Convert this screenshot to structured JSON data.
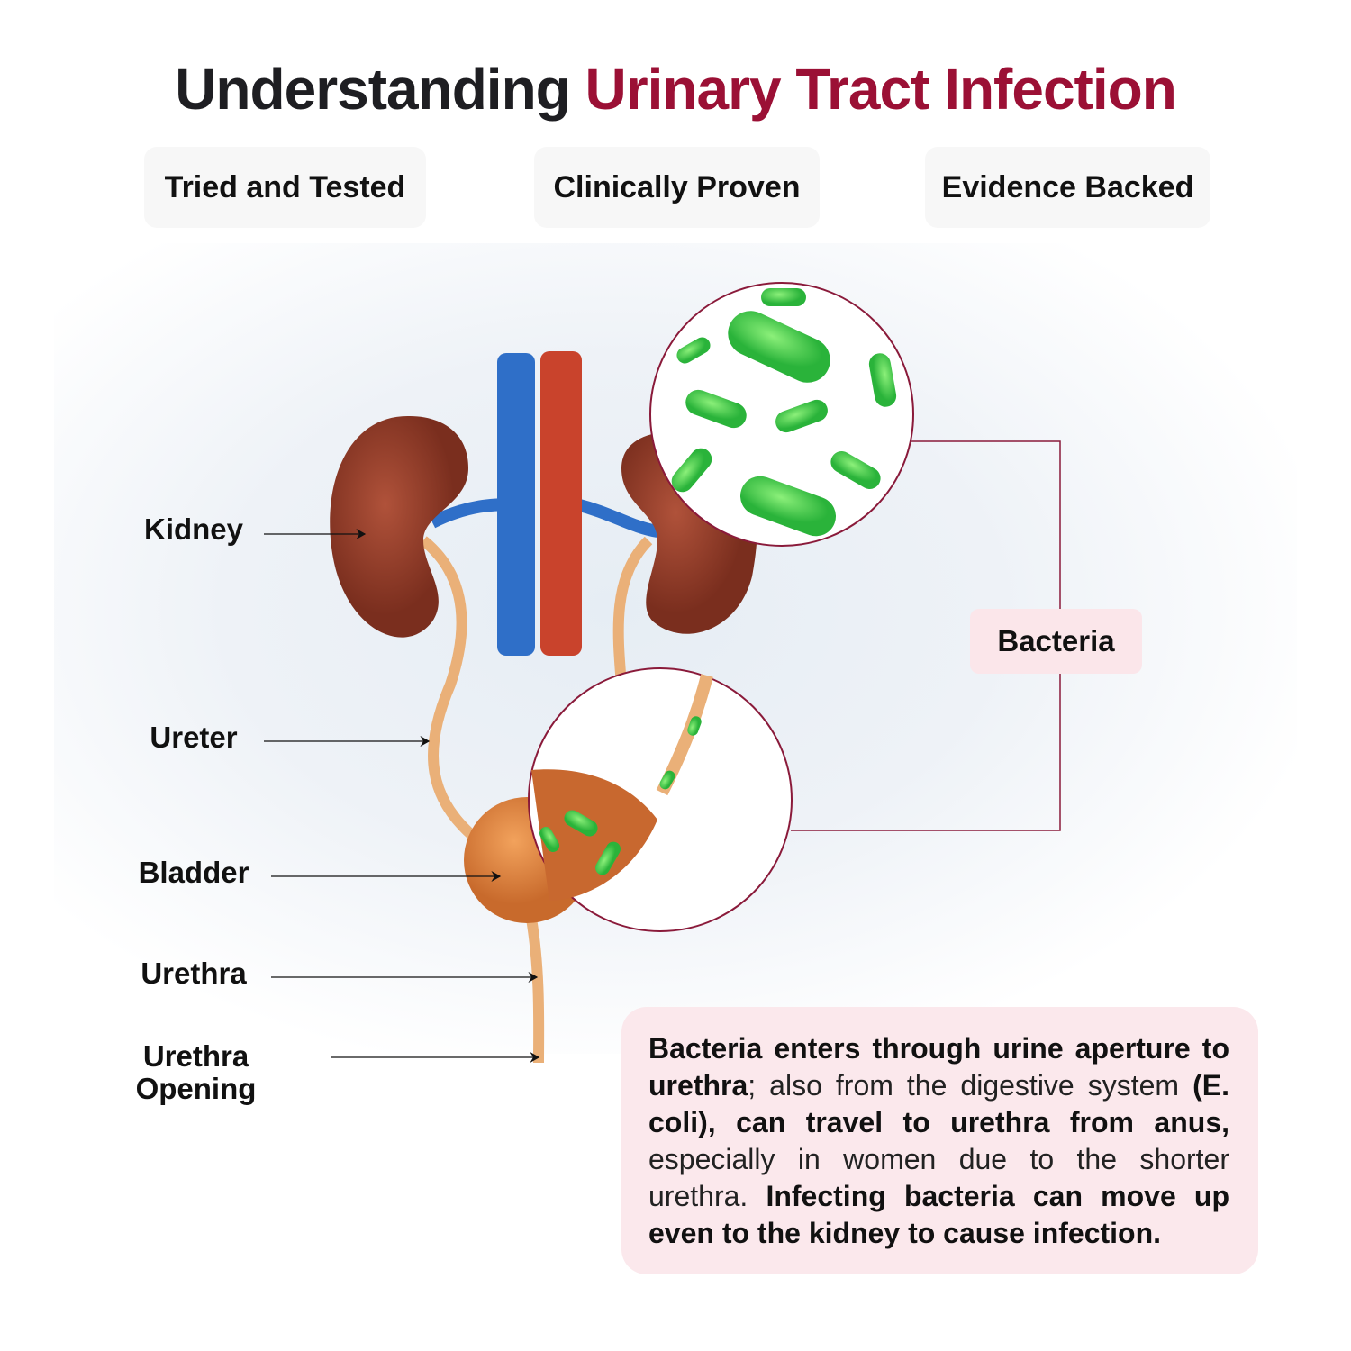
{
  "title": {
    "part1": "Understanding",
    "part2": "Urinary Tract Infection"
  },
  "badges": [
    "Tried and Tested",
    "Clinically Proven",
    "Evidence Backed"
  ],
  "labels": {
    "kidney": "Kidney",
    "ureter": "Ureter",
    "bladder": "Bladder",
    "urethra": "Urethra",
    "urethra_opening": "Urethra Opening"
  },
  "bacteria_label": "Bacteria",
  "info": {
    "s1": "Bacteria enters through urine aperture to urethra",
    "s2": "; also from the digestive system ",
    "s3": "(E. coli), can travel to urethra from anus,",
    "s4": " especially in women due to the shorter urethra. ",
    "s5": "Infecting bacteria can move up even to the kidney to cause infection."
  },
  "colors": {
    "accent": "#9b1035",
    "pink_box": "#fbe8ec",
    "badge_bg": "#f7f7f7"
  }
}
